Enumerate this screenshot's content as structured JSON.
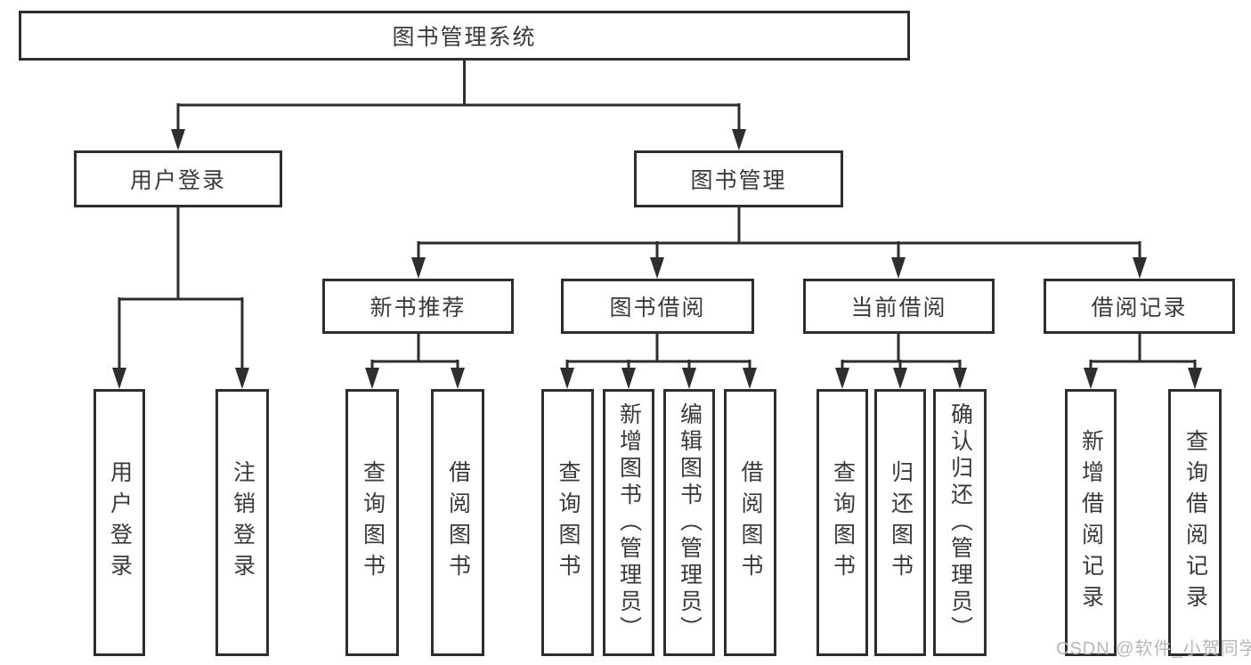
{
  "colors": {
    "line": "#2e2e2e",
    "text": "#3a3a3a",
    "watermark": "#b8b8b8",
    "background": "#ffffff"
  },
  "watermark": "CSDN @软件_小贺同学",
  "tree": {
    "label": "图书管理系统",
    "children": [
      {
        "label": "用户登录",
        "children": [
          {
            "label": "用户登录"
          },
          {
            "label": "注销登录"
          }
        ]
      },
      {
        "label": "图书管理",
        "children": [
          {
            "label": "新书推荐",
            "children": [
              {
                "label": "查询图书"
              },
              {
                "label": "借阅图书"
              }
            ]
          },
          {
            "label": "图书借阅",
            "children": [
              {
                "label": "查询图书"
              },
              {
                "label": "新增图书（管理员）"
              },
              {
                "label": "编辑图书（管理员）"
              },
              {
                "label": "借阅图书"
              }
            ]
          },
          {
            "label": "当前借阅",
            "children": [
              {
                "label": "查询图书"
              },
              {
                "label": "归还图书"
              },
              {
                "label": "确认归还（管理员）"
              }
            ]
          },
          {
            "label": "借阅记录",
            "children": [
              {
                "label": "新增借阅记录"
              },
              {
                "label": "查询借阅记录"
              }
            ]
          }
        ]
      }
    ]
  }
}
